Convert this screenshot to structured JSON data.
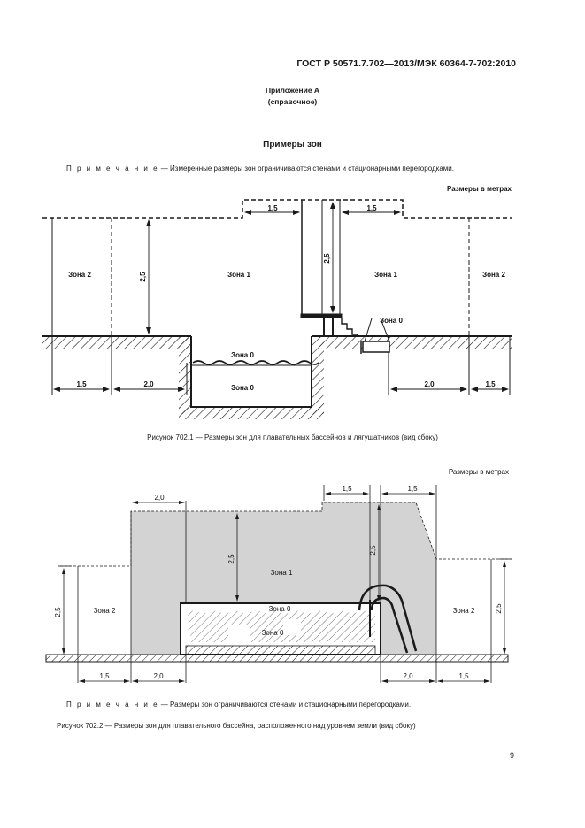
{
  "header": {
    "standard": "ГОСТ Р 50571.7.702—2013/МЭК 60364-7-702:2010"
  },
  "appendix": {
    "title": "Приложение А",
    "subtitle": "(справочное)"
  },
  "section_title": "Примеры зон",
  "note1": {
    "prefix": "П р и м е ч а н и е",
    "text": " — Измеренные размеры зон ограничиваются стенами и стационарными перегородками."
  },
  "figure1": {
    "units": "Размеры в метрах",
    "labels": {
      "zone2": "Зона 2",
      "zone1": "Зона 1",
      "zone0": "Зона 0"
    },
    "dims": {
      "d15": "1,5",
      "d20": "2,0",
      "d25": "2,5"
    },
    "caption": "Рисунок 702.1 — Размеры зон для плавательных бассейнов и лягушатников (вид сбоку)"
  },
  "figure2": {
    "units": "Размеры в метрах",
    "labels": {
      "zone2": "Зона 2",
      "zone1": "Зона 1",
      "zone0": "Зона 0"
    },
    "dims": {
      "d15": "1,5",
      "d20": "2,0",
      "d25": "2,5"
    },
    "caption": "Рисунок 702.2 — Размеры зон для плавательного бассейна, расположенного над уровнем земли (вид сбоку)"
  },
  "note2": {
    "prefix": "П р и м е ч а н и е",
    "text": " — Размеры зон ограничиваются стенами и стационарными перегородками."
  },
  "page_number": "9",
  "colors": {
    "zone_fill": "#d3d3d3",
    "line": "#1a1a1a"
  }
}
